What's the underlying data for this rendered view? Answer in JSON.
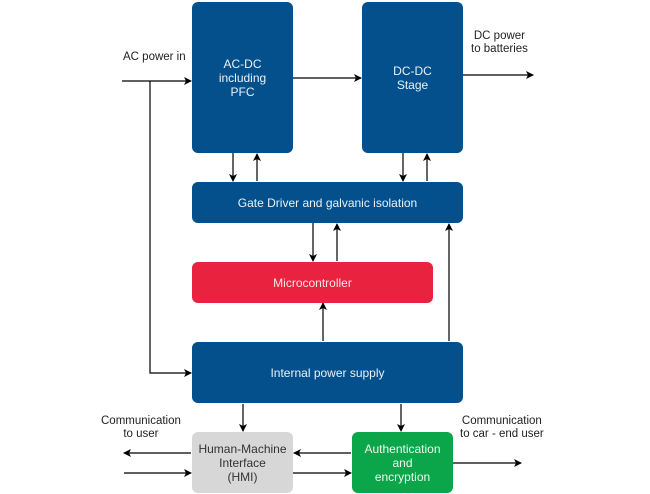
{
  "blocks": {
    "acdc": {
      "line1": "AC-DC",
      "line2": "including",
      "line3": "PFC"
    },
    "dcdc": {
      "line1": "DC-DC",
      "line2": "Stage"
    },
    "gate_driver": "Gate Driver and galvanic isolation",
    "microcontroller": "Microcontroller",
    "internal_power": "Internal power supply",
    "hmi": {
      "line1": "Human-Machine",
      "line2": "Interface",
      "line3": "(HMI)"
    },
    "auth": {
      "line1": "Authentication",
      "line2": "and",
      "line3": "encryption"
    }
  },
  "labels": {
    "ac_in": "AC power in",
    "dc_out": {
      "line1": "DC power",
      "line2": "to batteries"
    },
    "comm_user": {
      "line1": "Communication",
      "line2": "to user"
    },
    "comm_car": {
      "line1": "Communication",
      "line2": "to car - end user"
    }
  },
  "colors": {
    "power_block": "#03508c",
    "microcontroller": "#e8223f",
    "hmi": "#d7d7d7",
    "auth": "#0ba64a"
  }
}
